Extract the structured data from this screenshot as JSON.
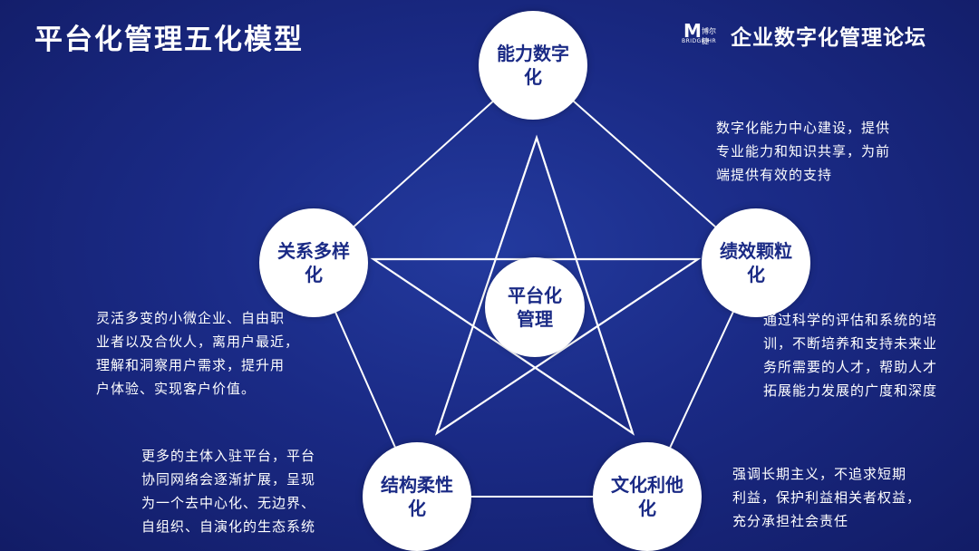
{
  "title": "平台化管理五化模型",
  "brand": {
    "logo_mark": "M",
    "logo_cn": "博尔捷",
    "logo_en": "BRIDGE HR",
    "name": "企业数字化管理论坛"
  },
  "nodes": {
    "center": "平台化管理",
    "top": "能力数字化",
    "right": "绩效颗粒化",
    "bottom_right": "文化利他化",
    "bottom_left": "结构柔性化",
    "left": "关系多样化"
  },
  "descriptions": {
    "top": "数字化能力中心建设，提供\n专业能力和知识共享，为前\n端提供有效的支持",
    "right": "通过科学的评估和系统的培\n训，不断培养和支持未来业\n务所需要的人才，帮助人才\n拓展能力发展的广度和深度",
    "bottom_right": "强调长期主义，不追求短期\n利益，保护利益相关者权益，\n充分承担社会责任",
    "bottom_left": "更多的主体入驻平台，平台\n协同网络会逐渐扩展，呈现\n为一个去中心化、无边界、\n自组织、自演化的生态系统",
    "left": "灵活多变的小微企业、自由职\n业者以及合伙人，离用户最近，\n理解和洞察用户需求，提升用\n户体验、实现客户价值。"
  },
  "colors": {
    "background": "#1a2a85",
    "node_fill": "#ffffff",
    "node_text": "#1a2a85",
    "lines": "#ffffff"
  }
}
